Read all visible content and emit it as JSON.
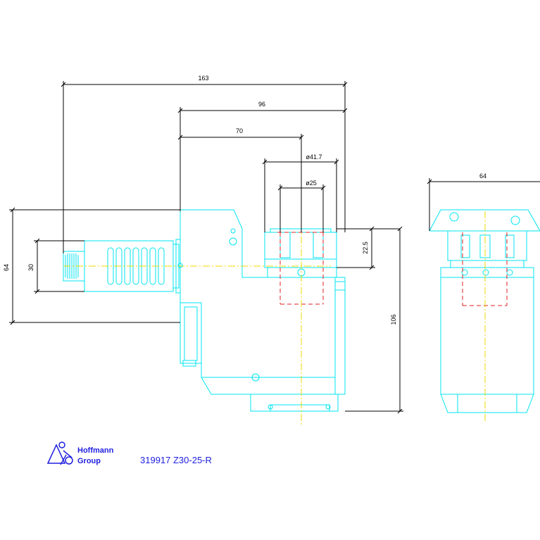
{
  "colors": {
    "outline": "#00e5f0",
    "dimension": "#000000",
    "hidden": "#e02020",
    "centerline": "#f0d800",
    "brand": "#2020e0"
  },
  "dimensions": {
    "overall_length": "163",
    "length_96": "96",
    "length_70": "70",
    "diameter_outer": "ø41.7",
    "diameter_inner": "ø25",
    "height_64": "64",
    "height_30": "30",
    "height_22_5": "22.5",
    "height_106": "106",
    "side_width_64": "64"
  },
  "logo": {
    "line1": "Hoffmann",
    "line2": "Group"
  },
  "part_number": "319917 Z30-25-R"
}
